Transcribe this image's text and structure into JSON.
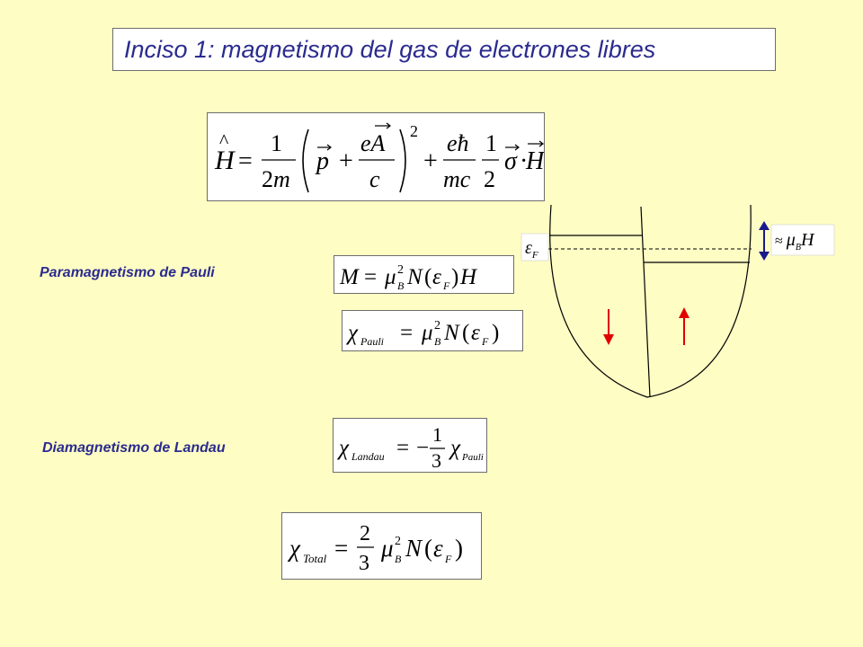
{
  "title": "Inciso 1: magnetismo del gas de electrones libres",
  "labels": {
    "pauli": "Paramagnetismo de Pauli",
    "landau": "Diamagnetismo de Landau"
  },
  "equations": {
    "hamiltonian": "Ĥ = 1/2m (p⃗ + eA⃗/c)² + eħ/mc · 1/2 σ⃗·H⃗",
    "magnetization": "M = μ_B² N(ε_F) H",
    "chi_pauli": "χ_Pauli = μ_B² N(ε_F)",
    "chi_landau": "χ_Landau = −1/3 χ_Pauli",
    "chi_total": "χ_Total = 2/3 μ_B² N(ε_F)"
  },
  "diagram": {
    "fermi_label": "ε_F",
    "splitting_label": "≈ μ_B H",
    "spin_down_color": "#e00000",
    "spin_up_color": "#e00000",
    "double_arrow_color": "#1a1a8c"
  },
  "colors": {
    "background": "#fefdc4",
    "title_text": "#2b2b8f",
    "label_text": "#2b2b8f",
    "box_border": "#6d6d6d"
  }
}
